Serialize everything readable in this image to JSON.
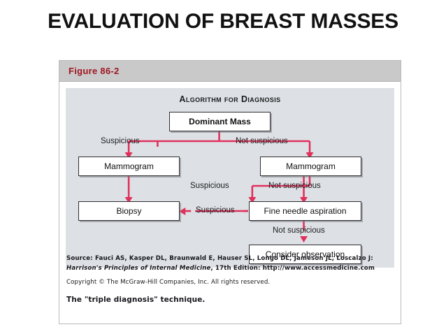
{
  "slide": {
    "title": "EVALUATION OF BREAST MASSES"
  },
  "figure": {
    "header_label": "Figure 86-2",
    "diagram_title": "Algorithm for Diagnosis",
    "caption": "The \"triple diagnosis\" technique.",
    "source_line_1": "Source: Fauci AS, Kasper DL, Braunwald E, Hauser SL, Longo DL, Jameson JL, Loscalzo J:",
    "source_title_italic": "Harrison's Principles of Internal Medicine",
    "source_line_2_rest": ", 17th Edition: http://www.accessmedicine.com",
    "copyright": "Copyright © The McGraw-Hill Companies, Inc. All rights reserved."
  },
  "diagram": {
    "connector_color": "#e0315c",
    "panel_color": "#dde1e6",
    "nodes": [
      {
        "id": "dominant-mass",
        "label": "Dominant Mass"
      },
      {
        "id": "mammogram-left",
        "label": "Mammogram"
      },
      {
        "id": "mammogram-right",
        "label": "Mammogram"
      },
      {
        "id": "biopsy",
        "label": "Biopsy"
      },
      {
        "id": "fine-needle-aspiration",
        "label": "Fine needle aspiration"
      },
      {
        "id": "consider-observation",
        "label": "Consider observation"
      }
    ],
    "edge_labels": [
      {
        "id": "suspicious-1",
        "label": "Suspicious"
      },
      {
        "id": "not-suspicious-1",
        "label": "Not suspicious"
      },
      {
        "id": "suspicious-2",
        "label": "Suspicious"
      },
      {
        "id": "not-suspicious-2",
        "label": "Not suspicious"
      },
      {
        "id": "suspicious-3",
        "label": "Suspicious"
      },
      {
        "id": "not-suspicious-3",
        "label": "Not suspicious"
      }
    ]
  }
}
